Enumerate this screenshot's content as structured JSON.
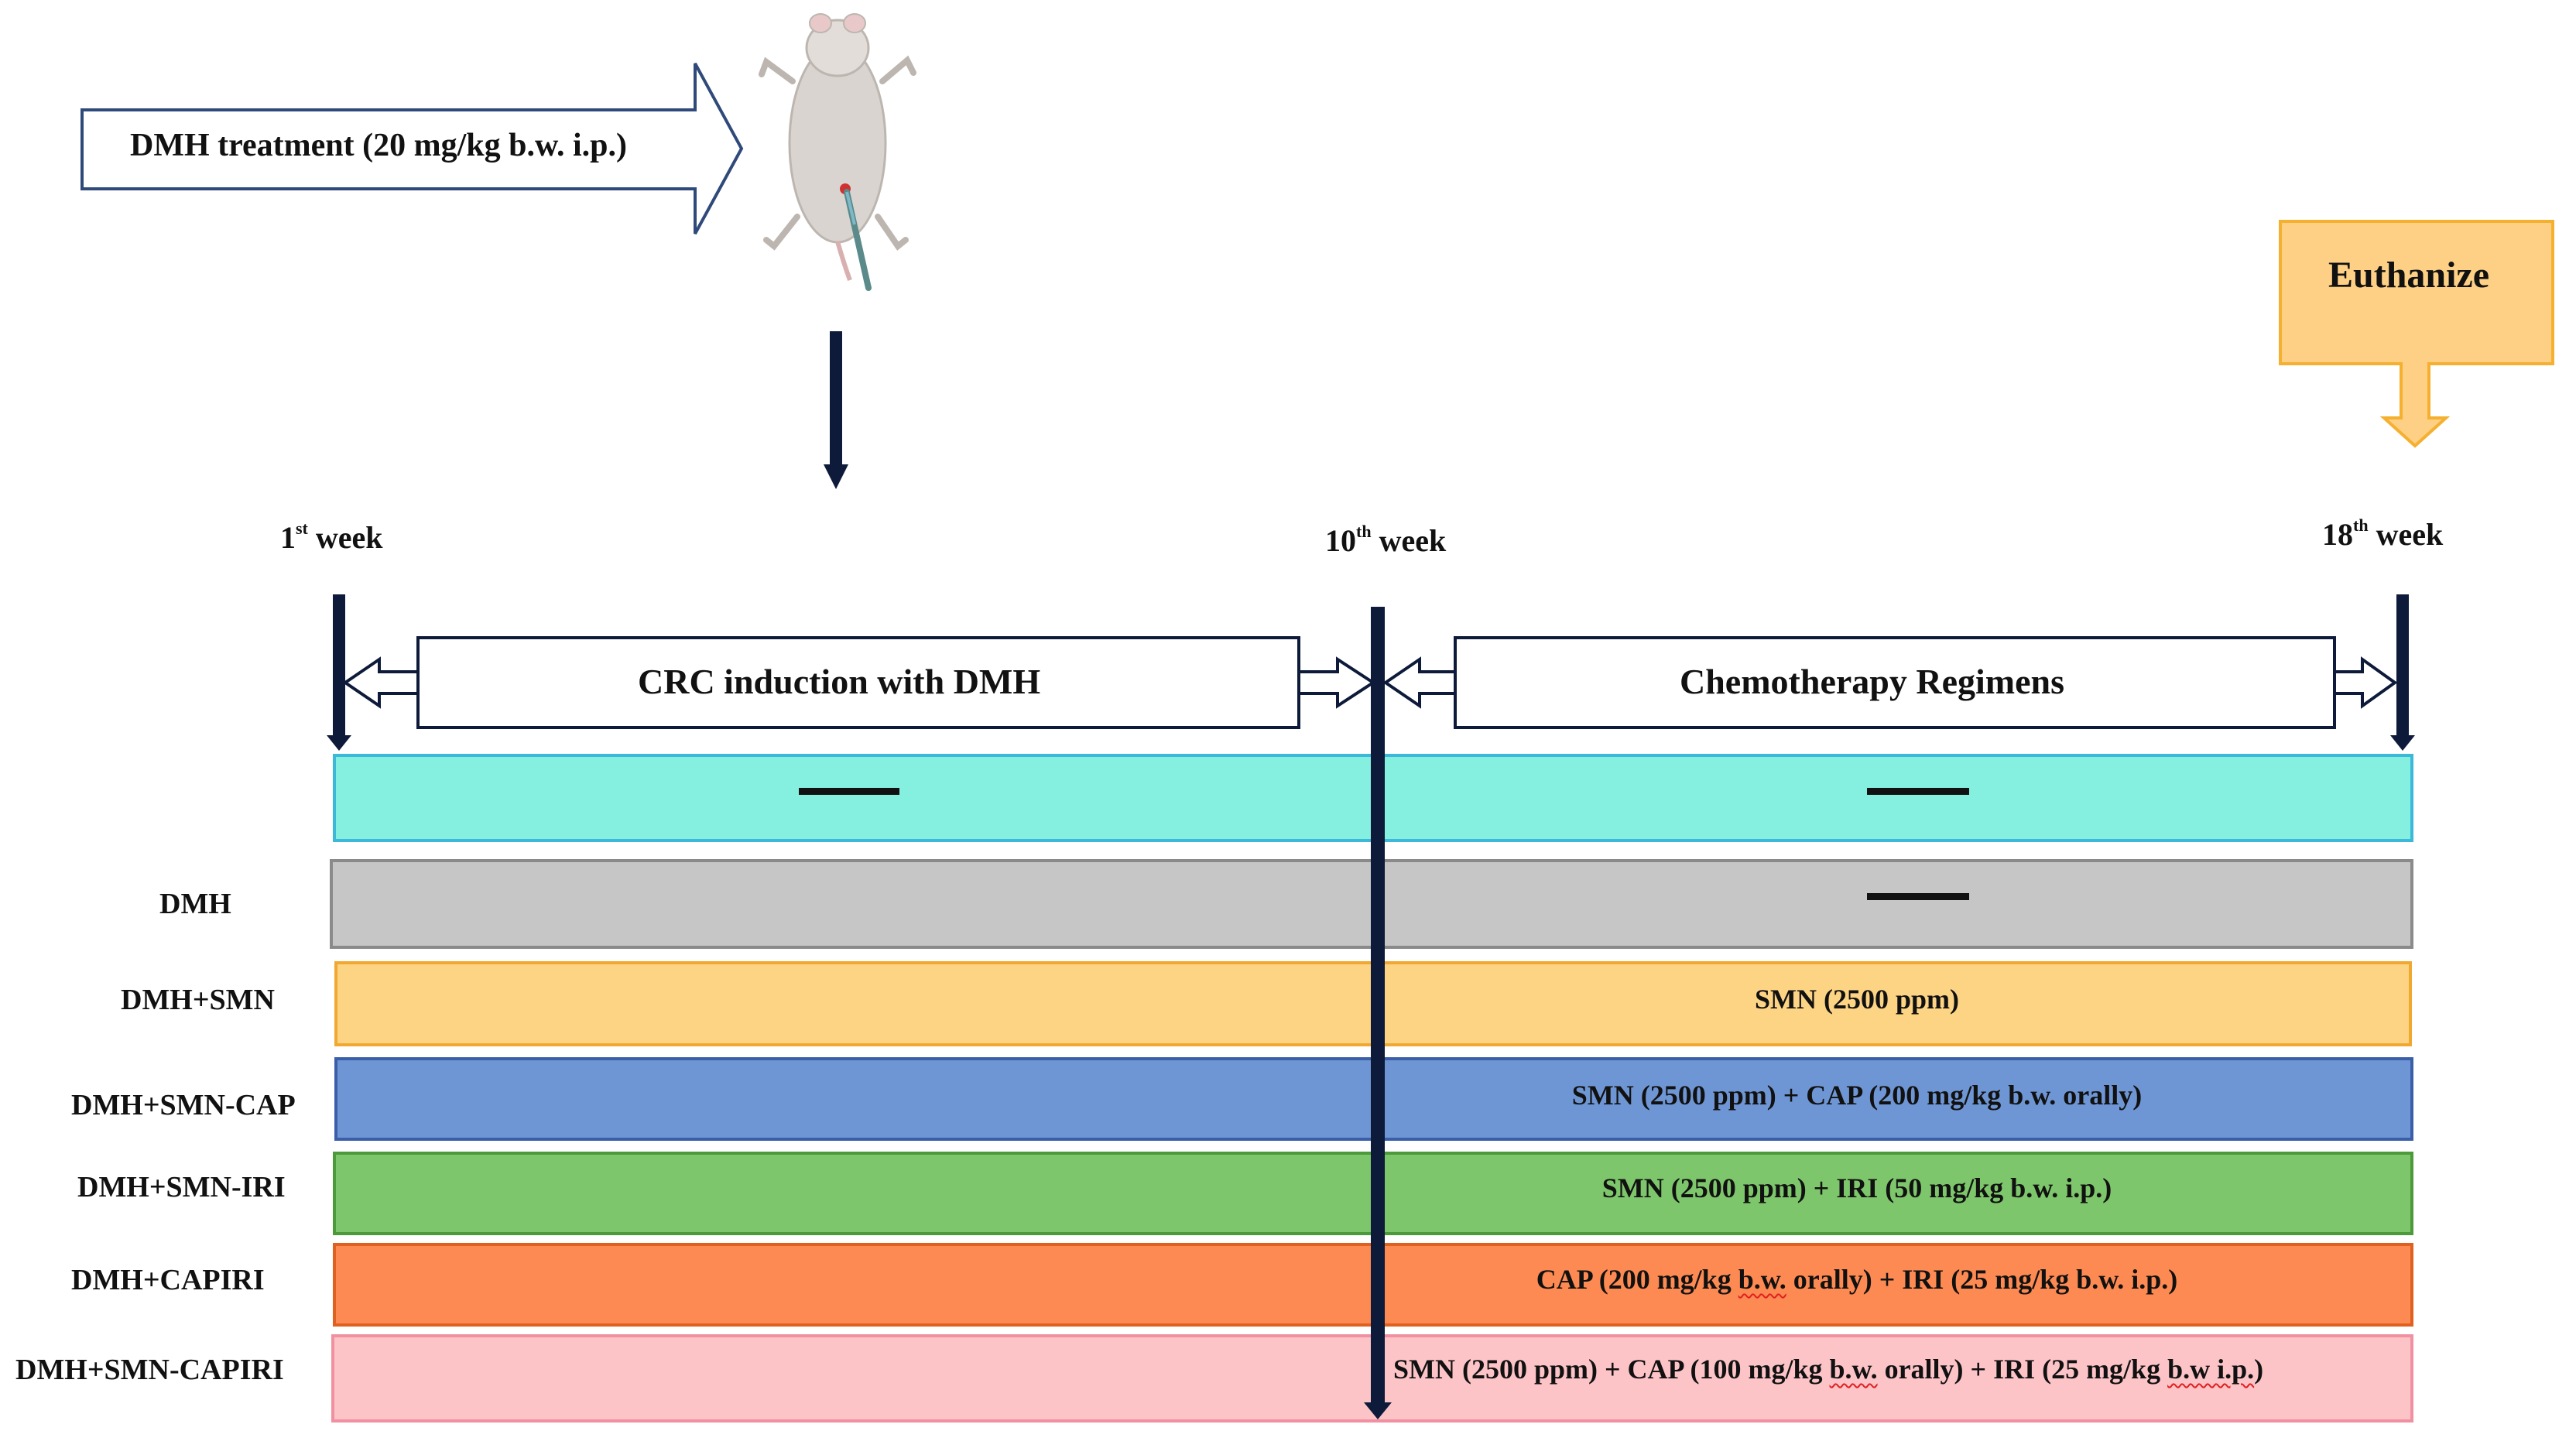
{
  "top_step": {
    "label": "DMH treatment (20 mg/kg b.w. i.p.)"
  },
  "euthanize": {
    "label": "Euthanize"
  },
  "weeks": {
    "w1_num": "1",
    "w1_sup": "st",
    "w1_word": " week",
    "w10_num": "10",
    "w10_sup": "th",
    "w10_word": " week",
    "w18_num": "18",
    "w18_sup": "th",
    "w18_word": " week"
  },
  "phases": {
    "induction": "CRC induction with DMH",
    "chemo": "Chemotherapy Regimens"
  },
  "groups": [
    {
      "name": "",
      "treatment": "",
      "color": "#86f0e0",
      "border": "#3cb8d8"
    },
    {
      "name": "DMH",
      "treatment": "",
      "color": "#c6c6c6",
      "border": "#8a8a8a"
    },
    {
      "name": "DMH+SMN",
      "treatment": "SMN (2500 ppm)",
      "color": "#fdd484",
      "border": "#f0a830"
    },
    {
      "name": "DMH+SMN-CAP",
      "treatment": "SMN (2500 ppm) + CAP (200 mg/kg b.w. orally)",
      "color": "#6f96d4",
      "border": "#3a5fa8"
    },
    {
      "name": "DMH+SMN-IRI",
      "treatment": "SMN (2500 ppm) + IRI (50 mg/kg b.w. i.p.)",
      "color": "#7ec66b",
      "border": "#4c9a3a"
    },
    {
      "name": "DMH+CAPIRI",
      "treatment_parts": [
        "CAP (200 mg/kg ",
        "b.w.",
        " orally) + IRI (25 mg/kg b.w. i.p.)"
      ],
      "color": "#fd8a52",
      "border": "#e06020"
    },
    {
      "name": "DMH+SMN-CAPIRI",
      "treatment_parts": [
        "SMN (2500 ppm) + CAP (100 mg/kg ",
        "b.w.",
        " orally) + IRI (25 mg/kg ",
        "b.w i.p.",
        ")"
      ],
      "color": "#fdc4c8",
      "border": "#f090a0"
    }
  ],
  "icons": [
    "rat-injection-icon",
    "down-arrow-icon",
    "double-arrow-icon"
  ],
  "colors": {
    "timeline_dark": "#0d1a3a",
    "euthanize_fill": "#fdd085",
    "euthanize_border": "#f5b030"
  }
}
